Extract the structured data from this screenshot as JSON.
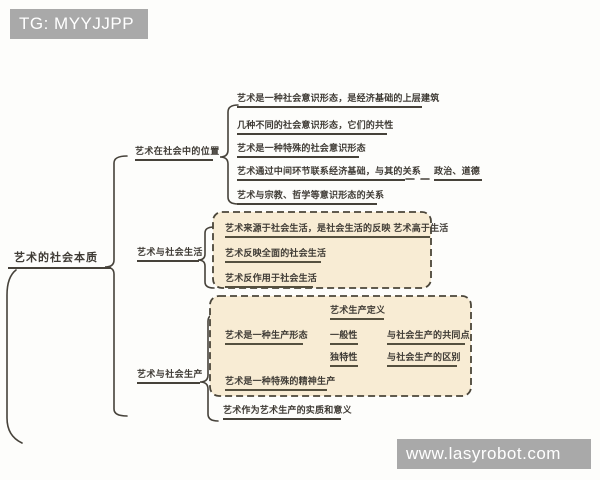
{
  "watermarks": {
    "top": "TG: MYYJJPP",
    "bottom": "www.lasyrobot.com"
  },
  "colors": {
    "ink": "#46423a",
    "box_fill": "#f8ecd4",
    "box_border": "#4a4539",
    "watermark_bg": "#a9a9a9",
    "watermark_text": "#ffffff"
  },
  "root": {
    "label": "艺术的社会本质"
  },
  "branches": [
    {
      "label": "艺术在社会中的位置",
      "children": [
        {
          "label": "艺术是一种社会意识形态，是经济基础的上层建筑"
        },
        {
          "label": "几种不同的社会意识形态，它们的共性"
        },
        {
          "label": "艺术是一种特殊的社会意识形态"
        },
        {
          "label": "艺术通过中间环节联系经济基础，与其的关系",
          "child": "政治、道德"
        },
        {
          "label": "艺术与宗教、哲学等意识形态的关系"
        }
      ]
    },
    {
      "label": "艺术与社会生活",
      "children": [
        {
          "label": "艺术来源于社会生活，是社会生活的反映 艺术高于生活"
        },
        {
          "label": "艺术反映全面的社会生活"
        },
        {
          "label": "艺术反作用于社会生活"
        }
      ]
    },
    {
      "label": "艺术与社会生产",
      "children": [
        {
          "label": "艺术是一种生产形态",
          "sub": {
            "definition": "艺术生产定义",
            "general": "一般性",
            "general_link": "与社会生产的共同点",
            "unique": "独特性",
            "unique_link": "与社会生产的区别"
          }
        },
        {
          "label": "艺术是一种特殊的精神生产"
        },
        {
          "label": "艺术作为艺术生产的实质和意义"
        }
      ]
    }
  ]
}
